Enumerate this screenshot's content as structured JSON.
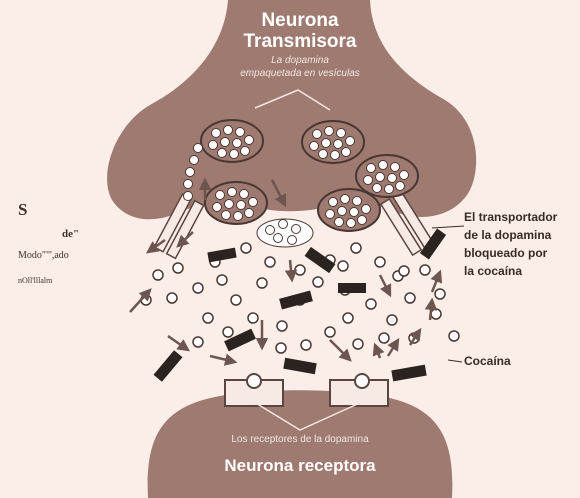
{
  "colors": {
    "background": "#fbeee9",
    "neuron": "#9e7a70",
    "arrow": "#6e5650",
    "cocaine": "#2b2320",
    "vesicle_fill": "#ffffff",
    "label_dark": "#3a2a26"
  },
  "top": {
    "title_line1": "Neurona",
    "title_line2": "Transmisora",
    "subtitle_line1": "La dopamina",
    "subtitle_line2": "empaquetada en vesículas"
  },
  "left_label": {
    "line1": "S ",
    "line2": "de\"",
    "line3": "Modo\"\"',ado",
    "line4": "nOll'lllalm"
  },
  "right_label": {
    "line1": "El transportador",
    "line2": "de la dopamina",
    "line3": "bloqueado por",
    "line4": "la cocaína"
  },
  "cocaine_label": "Cocaína",
  "bottom": {
    "subtitle": "Los receptores de la dopamina",
    "title": "Neurona receptora"
  }
}
